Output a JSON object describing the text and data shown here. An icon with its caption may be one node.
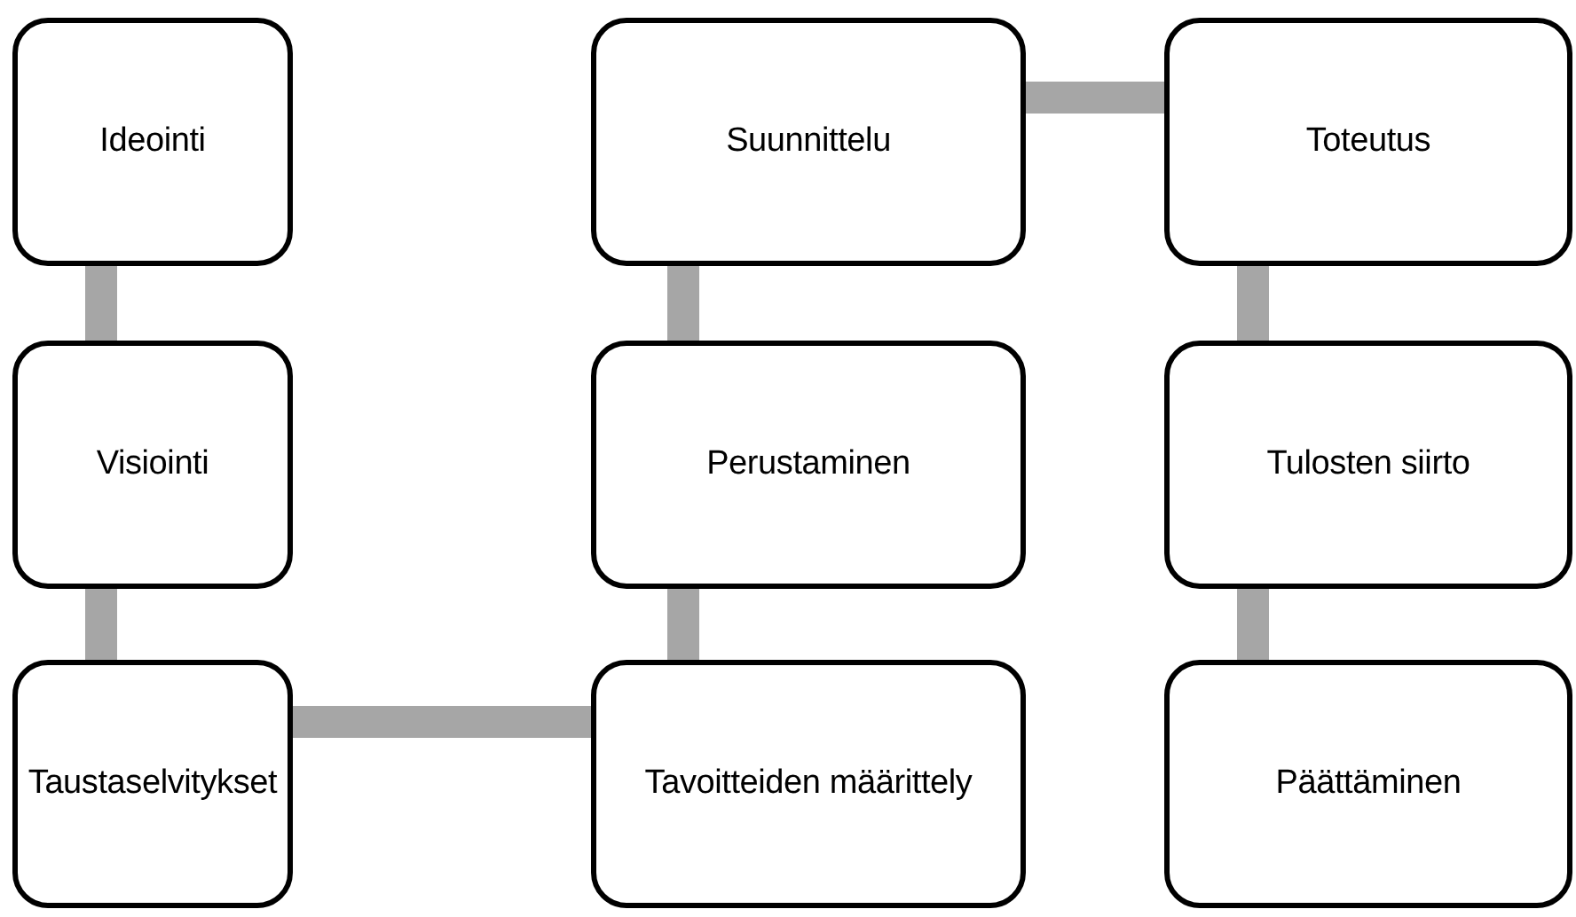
{
  "diagram": {
    "nodes": [
      {
        "text": [
          "Ideointi"
        ]
      },
      {
        "text": [
          "Visiointi"
        ]
      },
      {
        "text": [
          "Taustaselvitykset"
        ]
      },
      {
        "text": [
          "Tavoitteiden määrittely"
        ]
      },
      {
        "text": [
          "Perustaminen"
        ]
      },
      {
        "text": [
          "Suunnittelu"
        ]
      },
      {
        "text": [
          "Toteutus"
        ]
      },
      {
        "text": [
          "Tulosten siirto"
        ]
      },
      {
        "text": [
          "Päättäminen"
        ]
      }
    ],
    "edges": [
      {
        "from": 0,
        "to": 1,
        "arrow": "none"
      },
      {
        "from": 1,
        "to": 2,
        "arrow": "none"
      },
      {
        "from": 2,
        "to": 3,
        "arrow": "none"
      },
      {
        "from": 3,
        "to": 4,
        "arrow": "none"
      },
      {
        "from": 4,
        "to": 5,
        "arrow": "none"
      },
      {
        "from": 5,
        "to": 6,
        "arrow": "none"
      },
      {
        "from": 6,
        "to": 7,
        "arrow": "none"
      },
      {
        "from": 7,
        "to": 8,
        "arrow": "none"
      }
    ]
  }
}
